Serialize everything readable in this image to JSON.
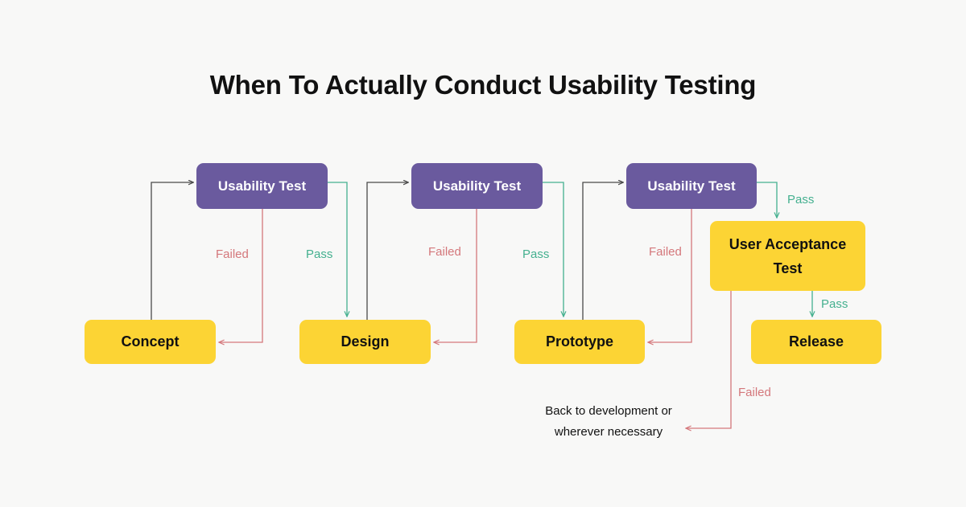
{
  "page": {
    "title": "When To Actually Conduct Usability Testing",
    "background_color": "#f8f8f7"
  },
  "palette": {
    "test_box": "#6a5a9e",
    "stage_box": "#fcd434",
    "fail_edge": "#d4777b",
    "pass_edge": "#44b08f",
    "default_edge": "#4a4a4a",
    "title_color": "#111111"
  },
  "nodes": {
    "concept": {
      "label": "Concept",
      "type": "stage"
    },
    "design": {
      "label": "Design",
      "type": "stage"
    },
    "prototype": {
      "label": "Prototype",
      "type": "stage"
    },
    "release": {
      "label": "Release",
      "type": "stage"
    },
    "usability_test_1": {
      "label": "Usability Test",
      "type": "test"
    },
    "usability_test_2": {
      "label": "Usability Test",
      "type": "test"
    },
    "usability_test_3": {
      "label": "Usability Test",
      "type": "test"
    },
    "user_acceptance_test": {
      "label_line1": "User Acceptance",
      "label_line2": "Test",
      "type": "stage"
    }
  },
  "edge_labels": {
    "failed_1": "Failed",
    "pass_1": "Pass",
    "failed_2": "Failed",
    "pass_2": "Pass",
    "failed_3": "Failed",
    "pass_3": "Pass",
    "pass_4": "Pass",
    "failed_4": "Failed"
  },
  "annotations": {
    "back_to_dev_line1": "Back to development or",
    "back_to_dev_line2": "wherever necessary"
  },
  "chart_data": {
    "type": "diagram",
    "title": "When To Actually Conduct Usability Testing",
    "flow": [
      {
        "from": "Concept",
        "to": "Usability Test",
        "label": ""
      },
      {
        "from": "Usability Test",
        "to": "Concept",
        "label": "Failed"
      },
      {
        "from": "Usability Test",
        "to": "Design",
        "label": "Pass"
      },
      {
        "from": "Design",
        "to": "Usability Test",
        "label": ""
      },
      {
        "from": "Usability Test",
        "to": "Design",
        "label": "Failed"
      },
      {
        "from": "Usability Test",
        "to": "Prototype",
        "label": "Pass"
      },
      {
        "from": "Prototype",
        "to": "Usability Test",
        "label": ""
      },
      {
        "from": "Usability Test",
        "to": "Prototype",
        "label": "Failed"
      },
      {
        "from": "Usability Test",
        "to": "User Acceptance Test",
        "label": "Pass"
      },
      {
        "from": "User Acceptance Test",
        "to": "Release",
        "label": "Pass"
      },
      {
        "from": "User Acceptance Test",
        "to": "Back to development or wherever necessary",
        "label": "Failed"
      }
    ]
  }
}
